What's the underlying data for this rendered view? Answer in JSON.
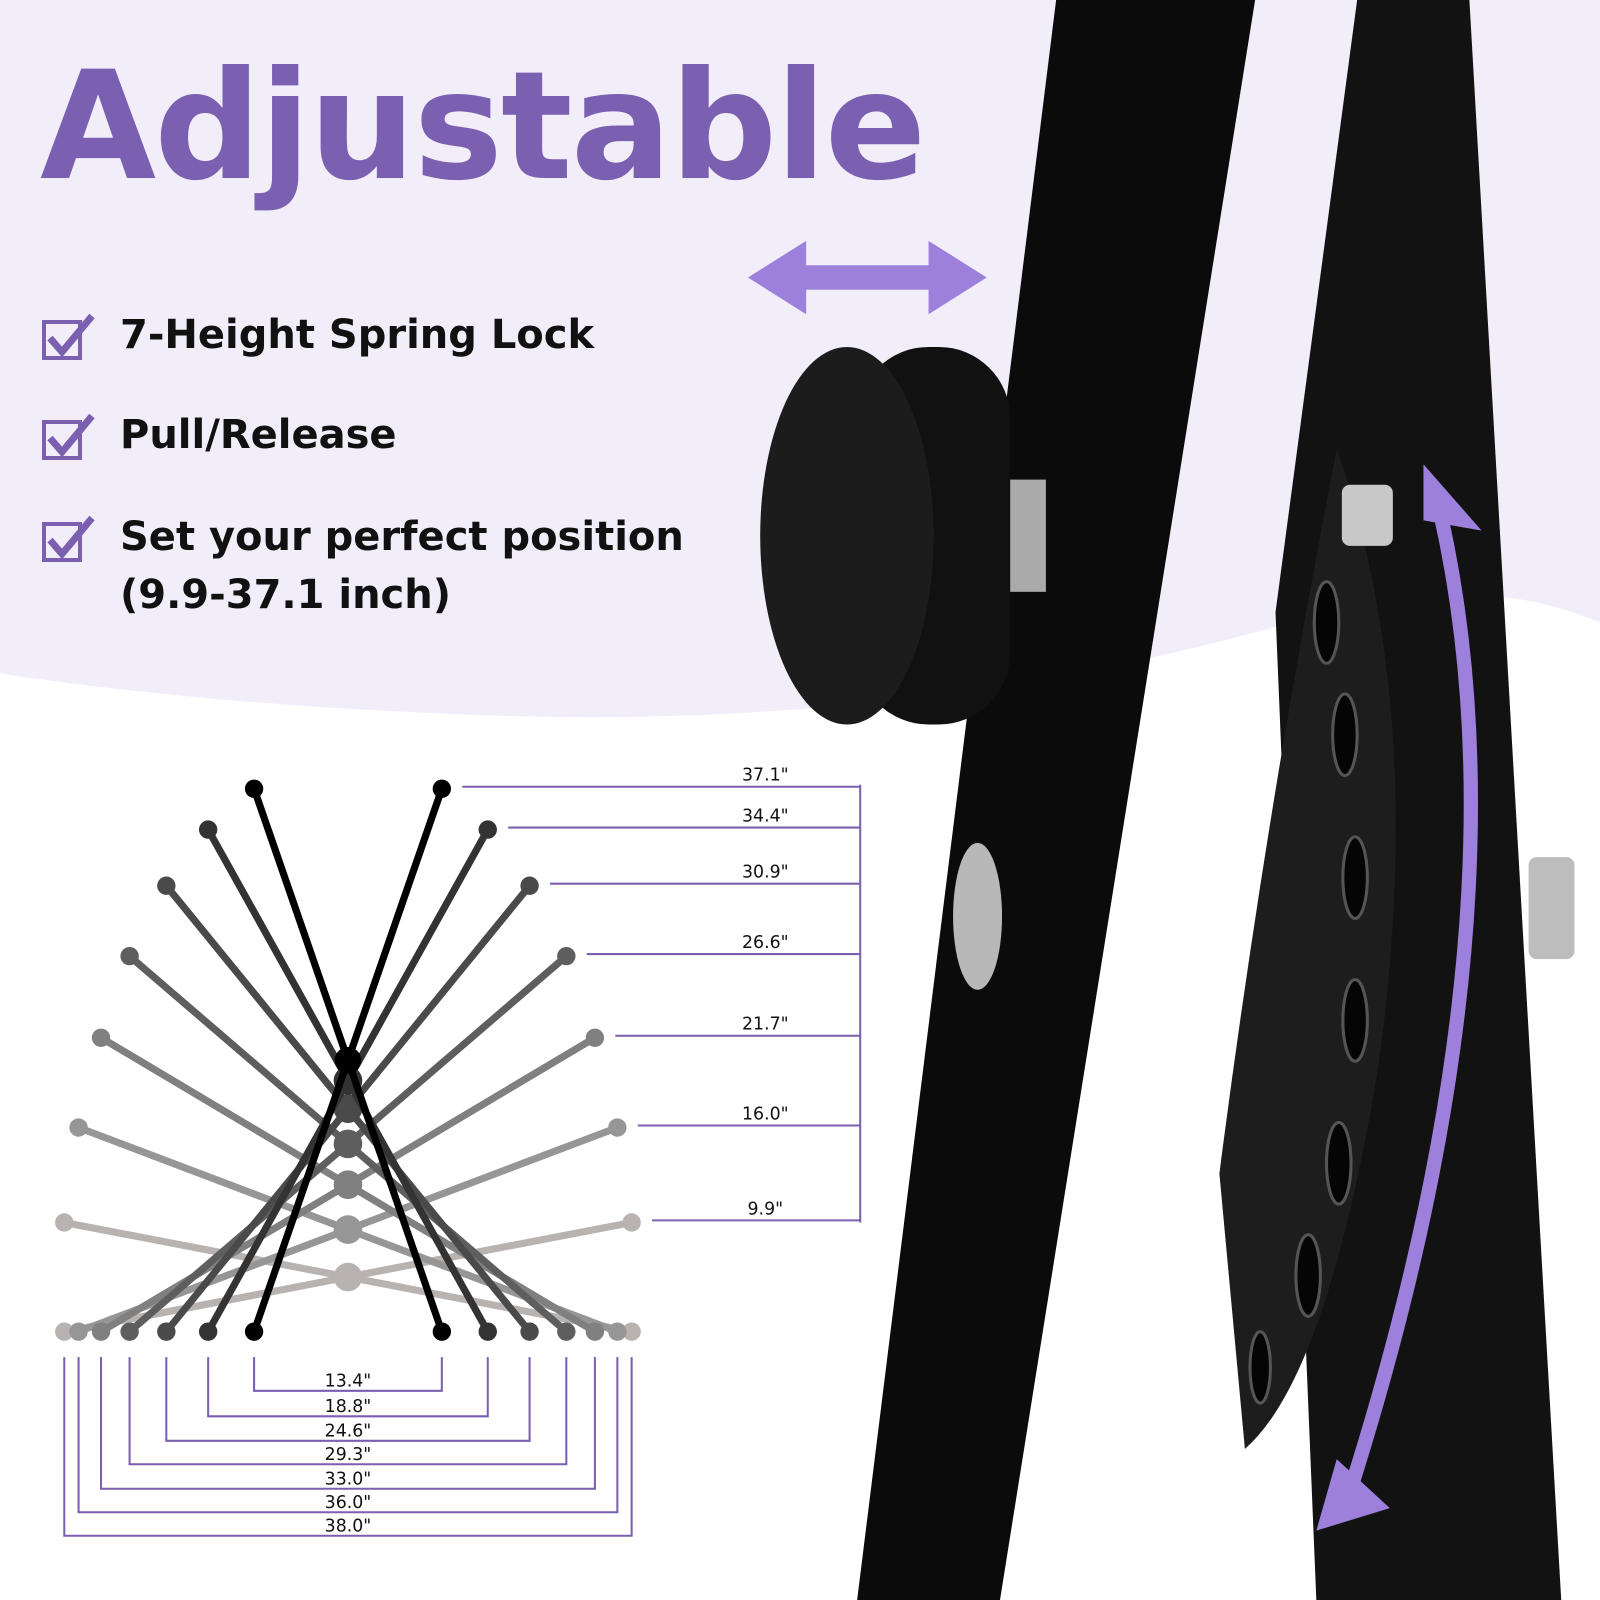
{
  "title": "Adjustable",
  "features": [
    {
      "text": "7-Height Spring Lock",
      "icon": "checkbox-checked-icon"
    },
    {
      "text": "Pull/Release",
      "icon": "checkbox-checked-icon"
    },
    {
      "text": "Set your perfect position",
      "subtext": "(9.9-37.1 inch)",
      "icon": "checkbox-checked-icon"
    }
  ],
  "colors": {
    "accent": "#7b5fb0",
    "arrow": "#9d80db",
    "background": "#f1eef9",
    "frame": "#0a0a0a"
  },
  "diagram": {
    "heights": [
      "37.1\"",
      "34.4\"",
      "30.9\"",
      "26.6\"",
      "21.7\"",
      "16.0\"",
      "9.9\""
    ],
    "widths": [
      "13.4\"",
      "18.8\"",
      "24.6\"",
      "29.3\"",
      "33.0\"",
      "36.0\"",
      "38.0\""
    ]
  }
}
